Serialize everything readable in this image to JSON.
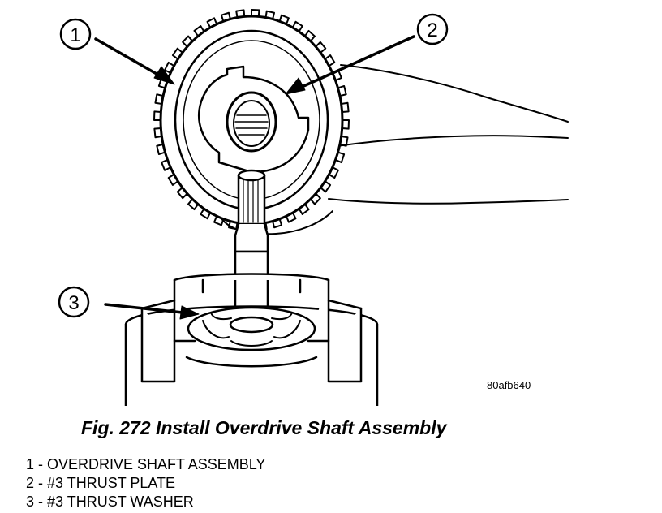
{
  "figure": {
    "code": "80afb640",
    "caption": "Fig. 272 Install Overdrive Shaft Assembly"
  },
  "callouts": [
    {
      "number": "1"
    },
    {
      "number": "2"
    },
    {
      "number": "3"
    }
  ],
  "legend": [
    {
      "text": "1 - OVERDRIVE SHAFT ASSEMBLY"
    },
    {
      "text": "2 - #3 THRUST PLATE"
    },
    {
      "text": "3 - #3 THRUST WASHER"
    }
  ]
}
